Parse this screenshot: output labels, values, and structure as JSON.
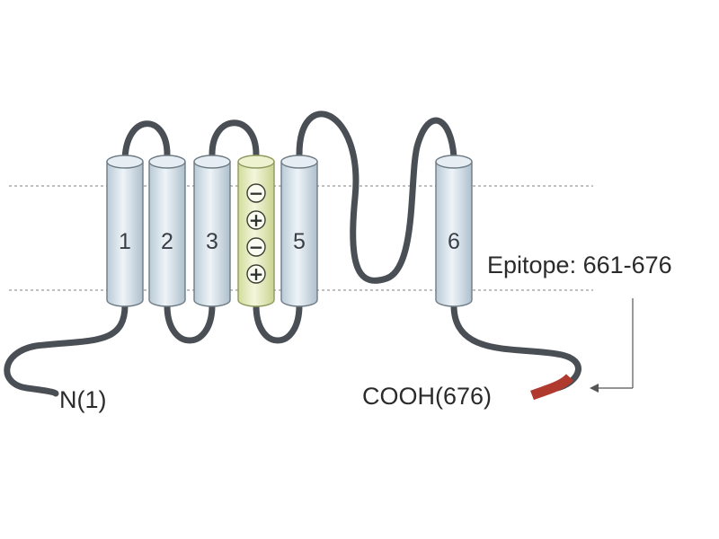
{
  "diagram": {
    "helices": [
      {
        "label": "1",
        "type": "plain"
      },
      {
        "label": "2",
        "type": "plain"
      },
      {
        "label": "3",
        "type": "plain"
      },
      {
        "label": "",
        "type": "voltage-sensor",
        "charges": [
          "−",
          "+",
          "−",
          "+"
        ]
      },
      {
        "label": "5",
        "type": "plain"
      },
      {
        "label": "6",
        "type": "plain"
      }
    ],
    "n_terminus": "N(1)",
    "c_terminus": "COOH(676)",
    "epitope_label": "Epitope: 661-676",
    "colors": {
      "helix_fill": "#dde8ee",
      "helix_stroke": "#6f7c85",
      "sensor_fill": "#e8eec2",
      "sensor_stroke": "#8e9a60",
      "loop": "#4a4e55",
      "membrane": "#9a9a9a",
      "epitope": "#b03a2e"
    }
  }
}
